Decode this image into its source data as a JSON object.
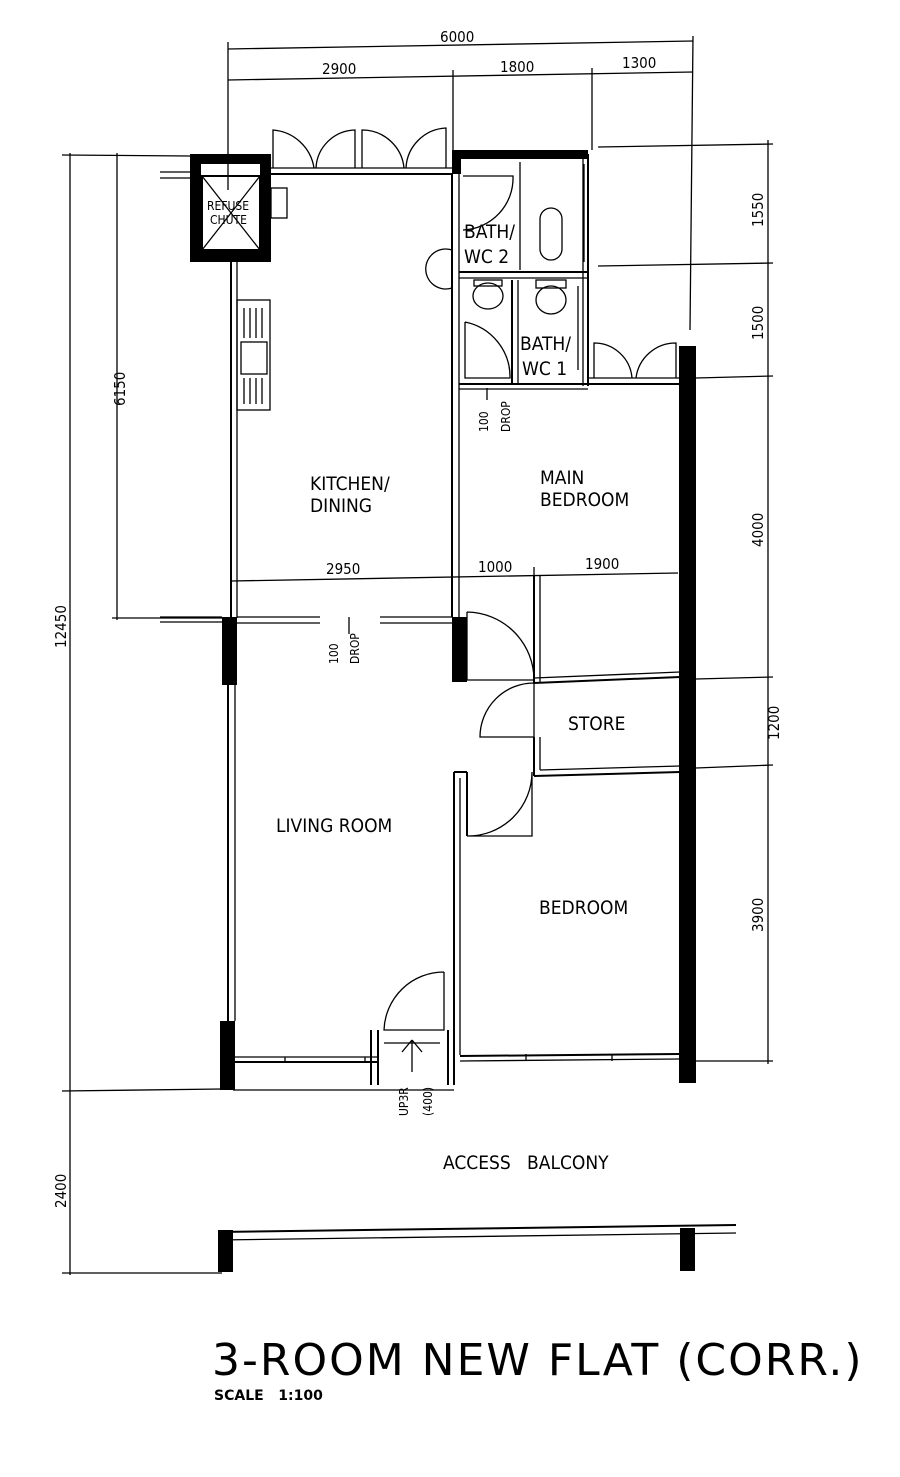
{
  "plan": {
    "title": "3-ROOM NEW FLAT (CORR.)",
    "scale": "SCALE   1:100",
    "rooms": {
      "kitchen_line1": "KITCHEN/",
      "kitchen_line2": "DINING",
      "main_bedroom_line1": "MAIN",
      "main_bedroom_line2": "BEDROOM",
      "bath2_line1": "BATH/",
      "bath2_line2": "WC 2",
      "bath1_line1": "BATH/",
      "bath1_line2": "WC 1",
      "store": "STORE",
      "living_room": "LIVING ROOM",
      "bedroom": "BEDROOM",
      "access_balcony": "ACCESS   BALCONY",
      "refuse_line1": "REFUSE",
      "refuse_line2": "CHUTE"
    },
    "notes": {
      "drop_value": "100",
      "drop_label": "DROP",
      "up_label": "UP3R",
      "up_value": "(400)"
    },
    "dimensions": {
      "top_total": "6000",
      "top_left": "2900",
      "top_mid": "1800",
      "top_right": "1300",
      "mid_left": "2950",
      "mid_center": "1000",
      "mid_right": "1900",
      "right_1": "1550",
      "right_2": "1500",
      "right_3": "4000",
      "right_4": "1200",
      "right_5": "3900",
      "left_inner": "6150",
      "left_outer": "12450",
      "left_bottom": "2400"
    }
  }
}
